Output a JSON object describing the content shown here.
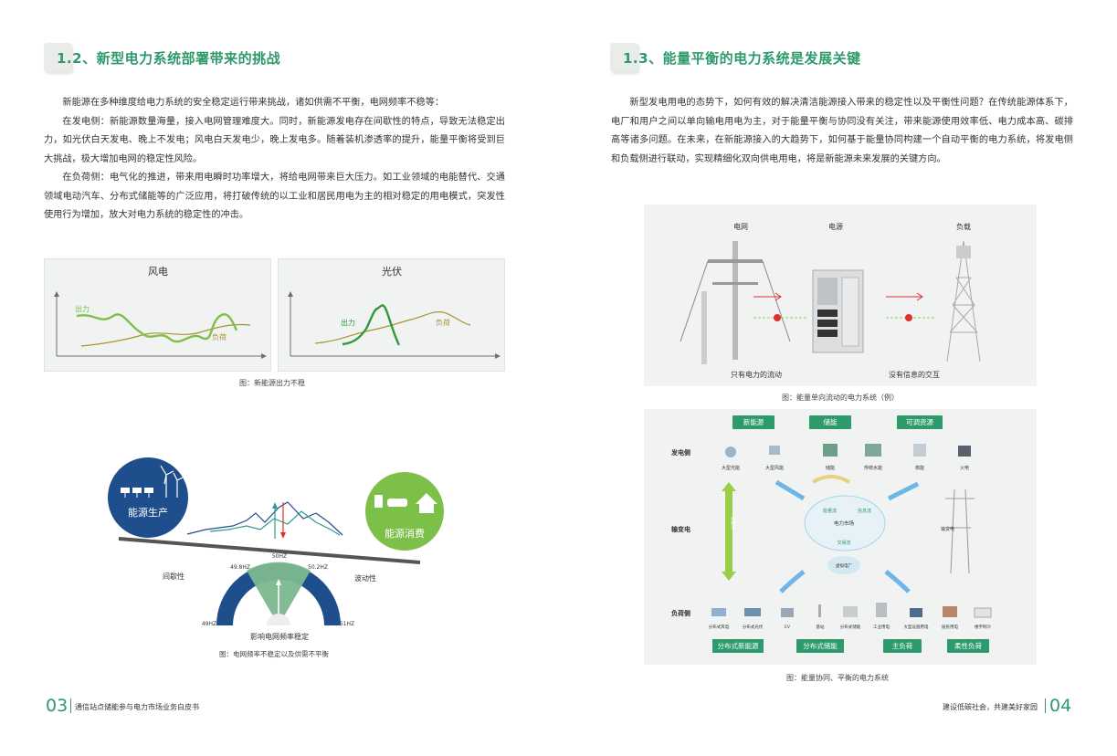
{
  "left_page": {
    "heading": "1.2、新型电力系统部署带来的挑战",
    "paragraphs": [
      "新能源在多种维度给电力系统的安全稳定运行带来挑战，诸如供需不平衡，电网频率不稳等：",
      "在发电侧：新能源数量海量，接入电网管理难度大。同时，新能源发电存在间歇性的特点，导致无法稳定出力，如光伏白天发电、晚上不发电；风电白天发电少，晚上发电多。随着装机渗透率的提升，能量平衡将受到巨大挑战，极大增加电网的稳定性风险。",
      "在负荷侧：电气化的推进，带来用电瞬时功率增大，将给电网带来巨大压力。如工业领域的电能替代、交通领域电动汽车、分布式储能等的广泛应用，将打破传统的以工业和居民用电为主的相对稳定的用电模式，突发性使用行为增加，放大对电力系统的稳定性的冲击。"
    ],
    "wind_chart": {
      "title": "风电",
      "output_label": "出力",
      "load_label": "负荷"
    },
    "solar_chart": {
      "title": "光伏",
      "output_label": "出力",
      "load_label": "负荷"
    },
    "chart_caption": "图：新能源出力不稳",
    "balance": {
      "production_label": "能源生产",
      "consumption_label": "能源消费",
      "left_label": "间歇性",
      "right_label": "波动性",
      "freq_50": "50HZ",
      "freq_498": "49.8HZ",
      "freq_502": "50.2HZ",
      "freq_49": "49HZ",
      "freq_51": "51HZ",
      "gauge_label": "影响电网频率稳定",
      "caption": "图：电网频率不稳定以及供需不平衡"
    },
    "footer": {
      "page_number": "03",
      "book_title": "通信站点储能参与电力市场业务白皮书"
    }
  },
  "right_page": {
    "heading": "1.3、能量平衡的电力系统是发展关键",
    "paragraph": "新型发电用电的态势下，如何有效的解决清洁能源接入带来的稳定性以及平衡性问题？在传统能源体系下，电厂和用户之间以单向输电用电为主，对于能量平衡与协同没有关注，带来能源使用效率低、电力成本高、碳排高等诸多问题。在未来，在新能源接入的大趋势下，如何基于能量协同构建一个自动平衡的电力系统，将发电侧和负载侧进行联动，实现精细化双向供电用电，将是新能源未来发展的关键方向。",
    "one_way": {
      "grid_label": "电网",
      "power_label": "电源",
      "load_label": "负载",
      "flow_label": "只有电力的流动",
      "no_info_label": "没有信息的交互",
      "caption": "图：能量单向流动的电力系统（例）"
    },
    "balanced": {
      "top_pills": [
        "新能源",
        "储能",
        "可调资源"
      ],
      "gen_side": "发电侧",
      "gen_items": [
        "大型光能",
        "大型风能",
        "储能",
        "传统水能",
        "核能",
        "火电"
      ],
      "transmission": "输变电",
      "transmission_item": "输变电",
      "vertical_bar": "能量流",
      "energy_flow": "能量流",
      "info_flow": "信息流",
      "market": "电力市场",
      "trade_flow": "交易流",
      "vpp": "虚拟电厂",
      "load_side": "负荷侧",
      "load_items": [
        "分布式风电",
        "分布式光伏",
        "EV",
        "基站",
        "分布式储能",
        "工业用电",
        "大型设施用电",
        "居民用电",
        "楼宇制冷"
      ],
      "bottom_pills": [
        "分布式新能源",
        "分布式储能",
        "主负荷",
        "柔性负荷"
      ],
      "caption": "图：能量协同、平衡的电力系统"
    },
    "footer": {
      "page_number": "04",
      "slogan": "建设低碳社会，共建美好家园"
    }
  },
  "colors": {
    "accent": "#2e9a6c",
    "navy": "#1f4e8c",
    "chart_green": "#7cc04a",
    "chart_olive": "#a8932d",
    "red": "#e0302c"
  }
}
